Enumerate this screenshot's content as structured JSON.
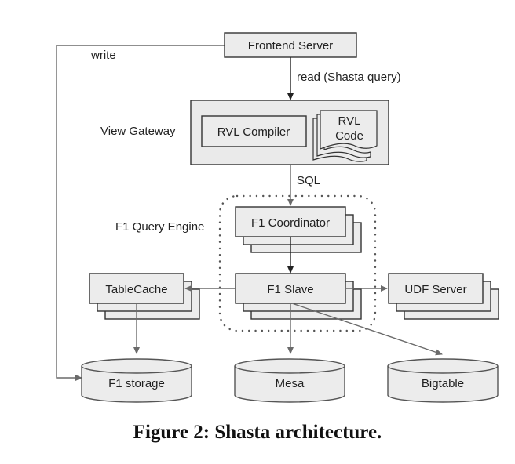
{
  "figure": {
    "caption": "Figure 2: Shasta architecture."
  },
  "nodes": {
    "frontend_server": "Frontend Server",
    "view_gateway": "View Gateway",
    "rvl_compiler": "RVL Compiler",
    "rvl_code_line1": "RVL",
    "rvl_code_line2": "Code",
    "f1_query_engine": "F1 Query Engine",
    "f1_coordinator": "F1 Coordinator",
    "f1_slave": "F1 Slave",
    "tablecache": "TableCache",
    "udf_server": "UDF Server",
    "f1_storage": "F1 storage",
    "mesa": "Mesa",
    "bigtable": "Bigtable"
  },
  "edges": {
    "write": "write",
    "read": "read (Shasta query)",
    "sql": "SQL"
  }
}
